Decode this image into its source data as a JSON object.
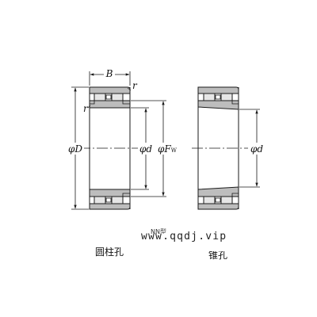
{
  "diagram": {
    "left_view": {
      "caption": "圆柱孔",
      "width_label": "B",
      "chamfer_label": "r",
      "outer_dia_label": "φD",
      "bore_label": "φd",
      "roller_dia_label": "φF",
      "roller_dia_sub": "W"
    },
    "right_view": {
      "caption": "锥孔",
      "bore_label": "φd"
    },
    "type_mark_left": "NN型",
    "watermark": "www.qqdj.vip"
  },
  "colors": {
    "line": "#1a1a1a",
    "section_fill": "#bdbdbd",
    "roller_fill": "#e6e6e6",
    "background": "#ffffff"
  }
}
